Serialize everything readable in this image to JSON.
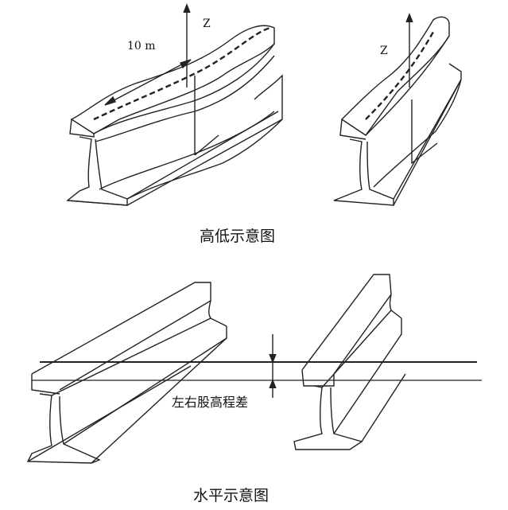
{
  "top_diagram": {
    "length_label": "10 m",
    "axis_label_left": "Z",
    "axis_label_right": "Z",
    "caption": "高低示意图"
  },
  "bottom_diagram": {
    "difference_label": "左右股高程差",
    "caption": "水平示意图"
  },
  "colors": {
    "line": "#222222",
    "background": "#ffffff"
  }
}
